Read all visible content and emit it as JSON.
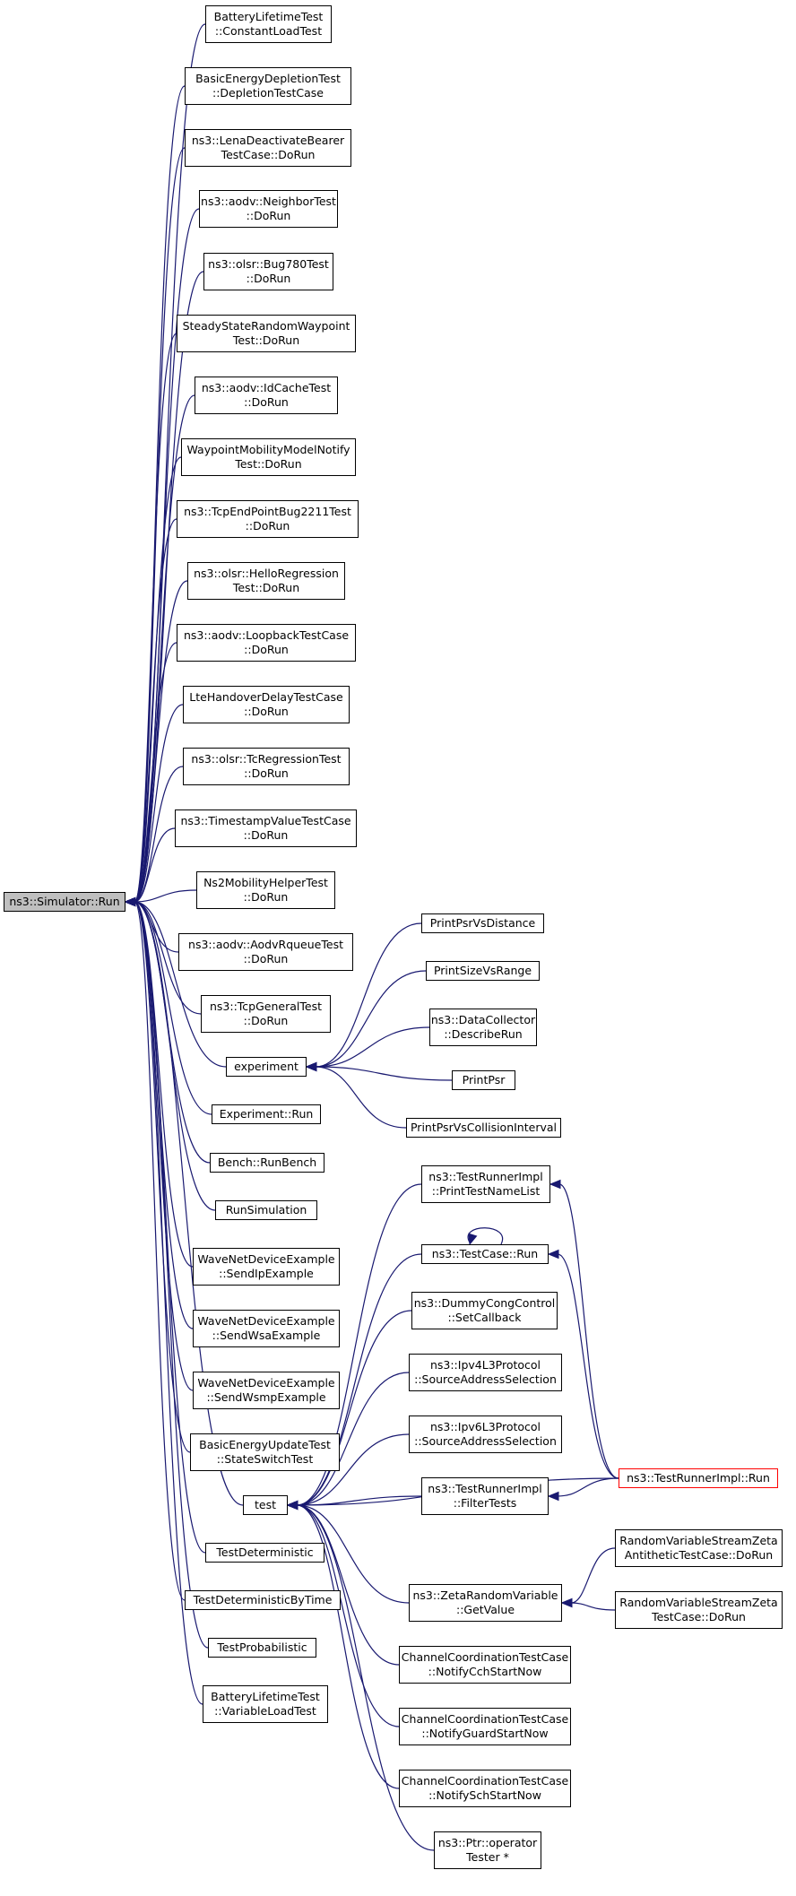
{
  "graph": {
    "colors": {
      "edge": "#191970",
      "node_border": "#000000",
      "root_fill": "#bfbfbf",
      "highlight_border": "#ff0000"
    },
    "nodes": {
      "root": {
        "l1": "ns3::Simulator::Run",
        "l2": ""
      },
      "n1": {
        "l1": "BatteryLifetimeTest",
        "l2": "::ConstantLoadTest"
      },
      "n2": {
        "l1": "BasicEnergyDepletionTest",
        "l2": "::DepletionTestCase"
      },
      "n3": {
        "l1": "ns3::LenaDeactivateBearer",
        "l2": "TestCase::DoRun"
      },
      "n4": {
        "l1": "ns3::aodv::NeighborTest",
        "l2": "::DoRun"
      },
      "n5": {
        "l1": "ns3::olsr::Bug780Test",
        "l2": "::DoRun"
      },
      "n6": {
        "l1": "SteadyStateRandomWaypoint",
        "l2": "Test::DoRun"
      },
      "n7": {
        "l1": "ns3::aodv::IdCacheTest",
        "l2": "::DoRun"
      },
      "n8": {
        "l1": "WaypointMobilityModelNotify",
        "l2": "Test::DoRun"
      },
      "n9": {
        "l1": "ns3::TcpEndPointBug2211Test",
        "l2": "::DoRun"
      },
      "n10": {
        "l1": "ns3::olsr::HelloRegression",
        "l2": "Test::DoRun"
      },
      "n11": {
        "l1": "ns3::aodv::LoopbackTestCase",
        "l2": "::DoRun"
      },
      "n12": {
        "l1": "LteHandoverDelayTestCase",
        "l2": "::DoRun"
      },
      "n13": {
        "l1": "ns3::olsr::TcRegressionTest",
        "l2": "::DoRun"
      },
      "n14": {
        "l1": "ns3::TimestampValueTestCase",
        "l2": "::DoRun"
      },
      "n15": {
        "l1": "Ns2MobilityHelperTest",
        "l2": "::DoRun"
      },
      "n16": {
        "l1": "ns3::aodv::AodvRqueueTest",
        "l2": "::DoRun"
      },
      "n17": {
        "l1": "ns3::TcpGeneralTest",
        "l2": "::DoRun"
      },
      "experiment": {
        "l1": "experiment",
        "l2": ""
      },
      "exp_run": {
        "l1": "Experiment::Run",
        "l2": ""
      },
      "bench": {
        "l1": "Bench::RunBench",
        "l2": ""
      },
      "runsim": {
        "l1": "RunSimulation",
        "l2": ""
      },
      "wave1": {
        "l1": "WaveNetDeviceExample",
        "l2": "::SendIpExample"
      },
      "wave2": {
        "l1": "WaveNetDeviceExample",
        "l2": "::SendWsaExample"
      },
      "wave3": {
        "l1": "WaveNetDeviceExample",
        "l2": "::SendWsmpExample"
      },
      "beut": {
        "l1": "BasicEnergyUpdateTest",
        "l2": "::StateSwitchTest"
      },
      "test": {
        "l1": "test",
        "l2": ""
      },
      "tdet": {
        "l1": "TestDeterministic",
        "l2": ""
      },
      "tdetbt": {
        "l1": "TestDeterministicByTime",
        "l2": ""
      },
      "tprob": {
        "l1": "TestProbabilistic",
        "l2": ""
      },
      "blvl": {
        "l1": "BatteryLifetimeTest",
        "l2": "::VariableLoadTest"
      },
      "ppd": {
        "l1": "PrintPsrVsDistance",
        "l2": ""
      },
      "psr_range": {
        "l1": "PrintSizeVsRange",
        "l2": ""
      },
      "dcdr": {
        "l1": "ns3::DataCollector",
        "l2": "::DescribeRun"
      },
      "ppsr": {
        "l1": "PrintPsr",
        "l2": ""
      },
      "ppci": {
        "l1": "PrintPsrVsCollisionInterval",
        "l2": ""
      },
      "trptnl": {
        "l1": "ns3::TestRunnerImpl",
        "l2": "::PrintTestNameList"
      },
      "tcrun": {
        "l1": "ns3::TestCase::Run",
        "l2": ""
      },
      "dccc": {
        "l1": "ns3::DummyCongControl",
        "l2": "::SetCallback"
      },
      "ipv4": {
        "l1": "ns3::Ipv4L3Protocol",
        "l2": "::SourceAddressSelection"
      },
      "ipv6": {
        "l1": "ns3::Ipv6L3Protocol",
        "l2": "::SourceAddressSelection"
      },
      "trpft": {
        "l1": "ns3::TestRunnerImpl",
        "l2": "::FilterTests"
      },
      "trprun": {
        "l1": "ns3::TestRunnerImpl::Run",
        "l2": ""
      },
      "zeta": {
        "l1": "ns3::ZetaRandomVariable",
        "l2": "::GetValue"
      },
      "rvsza": {
        "l1": "RandomVariableStreamZeta",
        "l2": "AntitheticTestCase::DoRun"
      },
      "rvszt": {
        "l1": "RandomVariableStreamZeta",
        "l2": "TestCase::DoRun"
      },
      "cc1": {
        "l1": "ChannelCoordinationTestCase",
        "l2": "::NotifyCchStartNow"
      },
      "cc2": {
        "l1": "ChannelCoordinationTestCase",
        "l2": "::NotifyGuardStartNow"
      },
      "cc3": {
        "l1": "ChannelCoordinationTestCase",
        "l2": "::NotifySchStartNow"
      },
      "ptr": {
        "l1": "ns3::Ptr::operator",
        "l2": "Tester *"
      }
    },
    "edges": [
      [
        "n1",
        "root"
      ],
      [
        "n2",
        "root"
      ],
      [
        "n3",
        "root"
      ],
      [
        "n4",
        "root"
      ],
      [
        "n5",
        "root"
      ],
      [
        "n6",
        "root"
      ],
      [
        "n7",
        "root"
      ],
      [
        "n8",
        "root"
      ],
      [
        "n9",
        "root"
      ],
      [
        "n10",
        "root"
      ],
      [
        "n11",
        "root"
      ],
      [
        "n12",
        "root"
      ],
      [
        "n13",
        "root"
      ],
      [
        "n14",
        "root"
      ],
      [
        "n15",
        "root"
      ],
      [
        "n16",
        "root"
      ],
      [
        "n17",
        "root"
      ],
      [
        "experiment",
        "root"
      ],
      [
        "exp_run",
        "root"
      ],
      [
        "bench",
        "root"
      ],
      [
        "runsim",
        "root"
      ],
      [
        "wave1",
        "root"
      ],
      [
        "wave2",
        "root"
      ],
      [
        "wave3",
        "root"
      ],
      [
        "beut",
        "root"
      ],
      [
        "test",
        "root"
      ],
      [
        "tdet",
        "root"
      ],
      [
        "tdetbt",
        "root"
      ],
      [
        "tprob",
        "root"
      ],
      [
        "blvl",
        "root"
      ],
      [
        "ppd",
        "experiment"
      ],
      [
        "psr_range",
        "experiment"
      ],
      [
        "dcdr",
        "experiment"
      ],
      [
        "ppsr",
        "experiment"
      ],
      [
        "ppci",
        "experiment"
      ],
      [
        "trptnl",
        "test"
      ],
      [
        "tcrun",
        "test"
      ],
      [
        "dccc",
        "test"
      ],
      [
        "ipv4",
        "test"
      ],
      [
        "ipv6",
        "test"
      ],
      [
        "trpft",
        "test"
      ],
      [
        "trprun",
        "test"
      ],
      [
        "zeta",
        "test"
      ],
      [
        "cc1",
        "test"
      ],
      [
        "cc2",
        "test"
      ],
      [
        "cc3",
        "test"
      ],
      [
        "ptr",
        "test"
      ],
      [
        "trprun",
        "trptnl"
      ],
      [
        "trprun",
        "tcrun"
      ],
      [
        "trprun",
        "trpft"
      ],
      [
        "tcrun",
        "tcrun"
      ],
      [
        "rvsza",
        "zeta"
      ],
      [
        "rvszt",
        "zeta"
      ]
    ]
  }
}
